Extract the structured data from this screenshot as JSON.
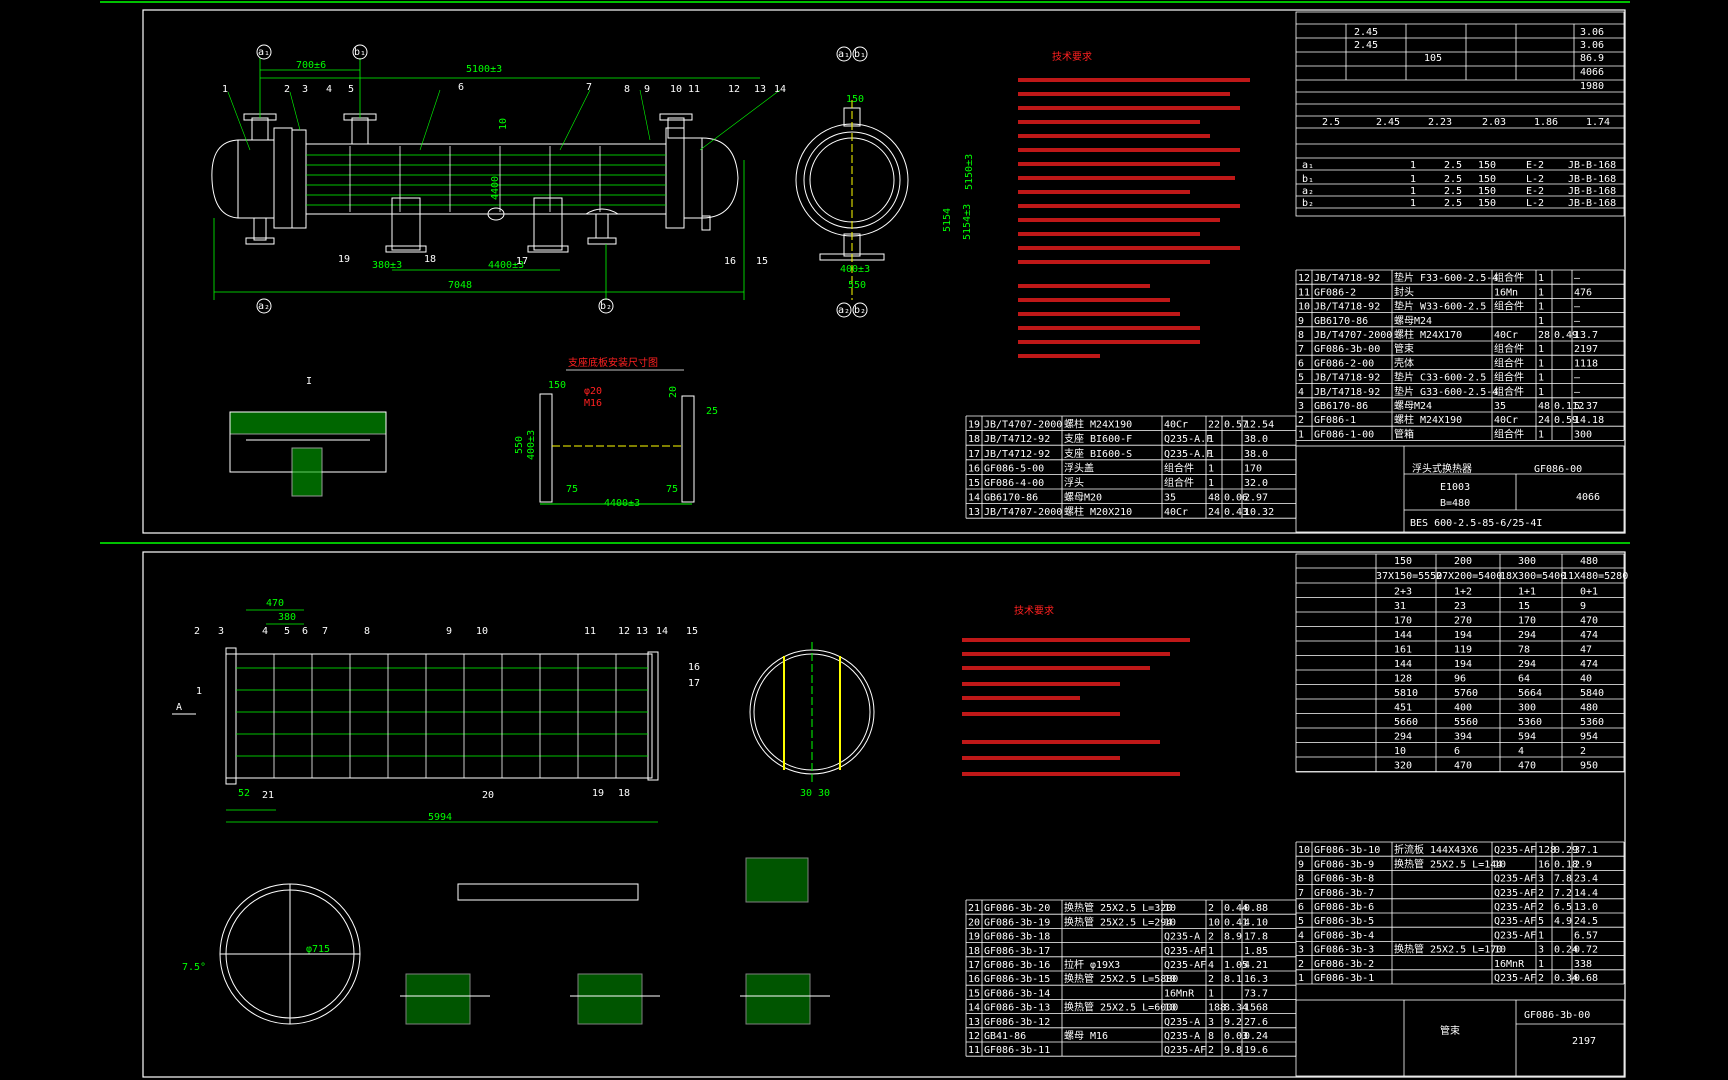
{
  "colors": {
    "background": "#000000",
    "frame": "#ffffff",
    "line": "#00ff00",
    "text": "#ffffff",
    "note": "#ff2020",
    "hatch": "#00ff00",
    "center": "#ffff00"
  },
  "top": {
    "dims": {
      "d1": "700±6",
      "d2": "5100±3",
      "d3": "380±3",
      "d4": "4400±3",
      "d5": "7048",
      "d6": "150",
      "d7": "400±3",
      "d8": "550",
      "d9": "5150±3",
      "d10": "5154",
      "d11": "5154±3"
    },
    "part_callouts": [
      "1",
      "2",
      "3",
      "4",
      "5",
      "6",
      "7",
      "8",
      "9",
      "10",
      "11",
      "12",
      "13",
      "14",
      "15",
      "16",
      "17",
      "18",
      "19"
    ],
    "nozzles": [
      "a₁",
      "b₁",
      "a₂",
      "b₂",
      "a₁",
      "b₁",
      "a₂",
      "b₂"
    ],
    "view_mark": "I",
    "support_dims": {
      "a": "150",
      "b": "φ20",
      "c": "M16",
      "d": "550",
      "e": "400±3",
      "f": "75",
      "g": "4400±3",
      "h": "75",
      "i": "20",
      "j": "25"
    },
    "center_note": "10",
    "bottom_note": "4400",
    "parts_right": [
      {
        "no": "12",
        "code": "JB/T4718-92",
        "name": "垫片 F33-600-2.5-4",
        "mat": "组合件",
        "q": "1",
        "w1": "",
        "w2": "—"
      },
      {
        "no": "11",
        "code": "GF086-2",
        "name": "封头",
        "mat": "16Mn",
        "q": "1",
        "w1": "",
        "w2": "476"
      },
      {
        "no": "10",
        "code": "JB/T4718-92",
        "name": "垫片 W33-600-2.5",
        "mat": "组合件",
        "q": "1",
        "w1": "",
        "w2": "—"
      },
      {
        "no": "9",
        "code": "GB6170-86",
        "name": "螺母M24",
        "mat": "",
        "q": "1",
        "w1": "",
        "w2": "—"
      },
      {
        "no": "8",
        "code": "JB/T4707-2000",
        "name": "螺柱 M24X170",
        "mat": "40Cr",
        "q": "28",
        "w1": "0.49",
        "w2": "13.7"
      },
      {
        "no": "7",
        "code": "GF086-3b-00",
        "name": "管束",
        "mat": "组合件",
        "q": "1",
        "w1": "",
        "w2": "2197"
      },
      {
        "no": "6",
        "code": "GF086-2-00",
        "name": "壳体",
        "mat": "组合件",
        "q": "1",
        "w1": "",
        "w2": "1118"
      },
      {
        "no": "5",
        "code": "JB/T4718-92",
        "name": "垫片 C33-600-2.5",
        "mat": "组合件",
        "q": "1",
        "w1": "",
        "w2": "—"
      },
      {
        "no": "4",
        "code": "JB/T4718-92",
        "name": "垫片 G33-600-2.5-4",
        "mat": "组合件",
        "q": "1",
        "w1": "",
        "w2": "—"
      },
      {
        "no": "3",
        "code": "GB6170-86",
        "name": "螺母M24",
        "mat": "35",
        "q": "48",
        "w1": "0.112",
        "w2": "5.37"
      },
      {
        "no": "2",
        "code": "GF086-1",
        "name": "螺柱 M24X190",
        "mat": "40Cr",
        "q": "24",
        "w1": "0.59",
        "w2": "14.18"
      },
      {
        "no": "1",
        "code": "GF086-1-00",
        "name": "管箱",
        "mat": "组合件",
        "q": "1",
        "w1": "",
        "w2": "300"
      }
    ],
    "parts_left": [
      {
        "no": "19",
        "code": "JB/T4707-2000",
        "name": "螺柱 M24X190",
        "mat": "40Cr",
        "q": "22",
        "w1": "0.57",
        "w2": "12.54"
      },
      {
        "no": "18",
        "code": "JB/T4712-92",
        "name": "支座 BI600-F",
        "mat": "Q235-A.F",
        "q": "1",
        "w1": "",
        "w2": "38.0"
      },
      {
        "no": "17",
        "code": "JB/T4712-92",
        "name": "支座 BI600-S",
        "mat": "Q235-A.F",
        "q": "1",
        "w1": "",
        "w2": "38.0"
      },
      {
        "no": "16",
        "code": "GF086-5-00",
        "name": "浮头盖",
        "mat": "组合件",
        "q": "1",
        "w1": "",
        "w2": "170"
      },
      {
        "no": "15",
        "code": "GF086-4-00",
        "name": "浮头",
        "mat": "组合件",
        "q": "1",
        "w1": "",
        "w2": "32.0"
      },
      {
        "no": "14",
        "code": "GB6170-86",
        "name": "螺母M20",
        "mat": "35",
        "q": "48",
        "w1": "0.06",
        "w2": "2.97"
      },
      {
        "no": "13",
        "code": "JB/T4707-2000",
        "name": "螺柱 M20X210",
        "mat": "40Cr",
        "q": "24",
        "w1": "0.43",
        "w2": "10.32"
      }
    ],
    "title_block": {
      "title": "浮头式换热器",
      "dwg": "GF086-00",
      "code": "E1003",
      "b": "B=480",
      "model": "BES 600-2.5-85-6/25-4I",
      "weight": "4066"
    },
    "spec_rows": [
      [
        "2.45",
        "",
        "3.06"
      ],
      [
        "2.45",
        "",
        "3.06"
      ],
      [
        "",
        "105",
        "86.9"
      ],
      [
        "",
        "",
        "4066"
      ],
      [
        "",
        "",
        "1980"
      ]
    ],
    "pressure_row": [
      "2.5",
      "2.45",
      "2.23",
      "2.03",
      "1.86",
      "1.74"
    ],
    "nozzle_rows": [
      [
        "a₁",
        "",
        "1",
        "2.5",
        "150",
        "E-2",
        "JB-B-168"
      ],
      [
        "b₁",
        "",
        "1",
        "2.5",
        "150",
        "L-2",
        "JB-B-168"
      ],
      [
        "a₂",
        "",
        "1",
        "2.5",
        "150",
        "E-2",
        "JB-B-168"
      ],
      [
        "b₂",
        "",
        "1",
        "2.5",
        "150",
        "L-2",
        "JB-B-168"
      ]
    ],
    "notes_title": "技术要求",
    "support_title": "支座底板安装尺寸图"
  },
  "bottom": {
    "dims": {
      "a": "470",
      "b": "380",
      "c": "5994",
      "d": "52",
      "e": "30",
      "f": "30",
      "g": "φ715",
      "h": "7.5°",
      "i": "A"
    },
    "part_callouts": [
      "1",
      "2",
      "3",
      "4",
      "5",
      "6",
      "7",
      "8",
      "9",
      "10",
      "11",
      "12",
      "13",
      "14",
      "15",
      "16",
      "17",
      "18",
      "19",
      "20",
      "21"
    ],
    "title_block": {
      "title": "管束",
      "dwg": "GF086-3b-00",
      "weight": "2197"
    },
    "notes_title": "技术要求",
    "baffle_table": {
      "headers": [
        "150",
        "200",
        "300",
        "480"
      ],
      "row1": [
        "37X150=5550",
        "27X200=5400",
        "18X300=5400",
        "11X480=5280"
      ],
      "rows": [
        [
          "2+3",
          "1+2",
          "1+1",
          "0+1"
        ],
        [
          "31",
          "23",
          "15",
          "9"
        ],
        [
          "170",
          "270",
          "170",
          "470"
        ],
        [
          "144",
          "194",
          "294",
          "474"
        ],
        [
          "161",
          "119",
          "78",
          "47"
        ],
        [
          "144",
          "194",
          "294",
          "474"
        ],
        [
          "128",
          "96",
          "64",
          "40"
        ],
        [
          "5810",
          "5760",
          "5664",
          "5840"
        ],
        [
          "451",
          "400",
          "300",
          "480"
        ],
        [
          "5660",
          "5560",
          "5360",
          "5360"
        ],
        [
          "294",
          "394",
          "594",
          "954"
        ],
        [
          "10",
          "6",
          "4",
          "2"
        ],
        [
          "320",
          "470",
          "470",
          "950"
        ]
      ]
    },
    "parts_right": [
      {
        "no": "10",
        "code": "GF086-3b-10",
        "name": "折流板 144X43X6",
        "mat": "Q235-AF",
        "q": "128",
        "w1": "0.29",
        "w2": "37.1"
      },
      {
        "no": "9",
        "code": "GF086-3b-9",
        "name": "换热管 25X2.5 L=144",
        "mat": "10",
        "q": "16",
        "w1": "0.18",
        "w2": "2.9"
      },
      {
        "no": "8",
        "code": "GF086-3b-8",
        "name": "",
        "mat": "Q235-AF",
        "q": "3",
        "w1": "7.8",
        "w2": "23.4"
      },
      {
        "no": "7",
        "code": "GF086-3b-7",
        "name": "",
        "mat": "Q235-AF",
        "q": "2",
        "w1": "7.2",
        "w2": "14.4"
      },
      {
        "no": "6",
        "code": "GF086-3b-6",
        "name": "",
        "mat": "Q235-AF",
        "q": "2",
        "w1": "6.5",
        "w2": "13.0"
      },
      {
        "no": "5",
        "code": "GF086-3b-5",
        "name": "",
        "mat": "Q235-AF",
        "q": "5",
        "w1": "4.9",
        "w2": "24.5"
      },
      {
        "no": "4",
        "code": "GF086-3b-4",
        "name": "",
        "mat": "Q235-AF",
        "q": "1",
        "w1": "",
        "w2": "6.57"
      },
      {
        "no": "3",
        "code": "GF086-3b-3",
        "name": "换热管 25X2.5 L=170",
        "mat": "10",
        "q": "3",
        "w1": "0.24",
        "w2": "0.72"
      },
      {
        "no": "2",
        "code": "GF086-3b-2",
        "name": "",
        "mat": "16MnR",
        "q": "1",
        "w1": "",
        "w2": "338"
      },
      {
        "no": "1",
        "code": "GF086-3b-1",
        "name": "",
        "mat": "Q235-AF",
        "q": "2",
        "w1": "0.34",
        "w2": "0.68"
      }
    ],
    "parts_left": [
      {
        "no": "21",
        "code": "GF086-3b-20",
        "name": "换热管 25X2.5 L=320",
        "mat": "10",
        "q": "2",
        "w1": "0.44",
        "w2": "0.88"
      },
      {
        "no": "20",
        "code": "GF086-3b-19",
        "name": "换热管 25X2.5 L=294",
        "mat": "10",
        "q": "10",
        "w1": "0.41",
        "w2": "4.10"
      },
      {
        "no": "19",
        "code": "GF086-3b-18",
        "name": "",
        "mat": "Q235-A",
        "q": "2",
        "w1": "8.9",
        "w2": "17.8"
      },
      {
        "no": "18",
        "code": "GF086-3b-17",
        "name": "",
        "mat": "Q235-AF",
        "q": "1",
        "w1": "",
        "w2": "1.85"
      },
      {
        "no": "17",
        "code": "GF086-3b-16",
        "name": "拉杆 φ19X3",
        "mat": "Q235-AF",
        "q": "4",
        "w1": "1.05",
        "w2": "4.21"
      },
      {
        "no": "16",
        "code": "GF086-3b-15",
        "name": "换热管 25X2.5 L=5880",
        "mat": "10",
        "q": "2",
        "w1": "8.1",
        "w2": "16.3"
      },
      {
        "no": "15",
        "code": "GF086-3b-14",
        "name": "",
        "mat": "16MnR",
        "q": "1",
        "w1": "",
        "w2": "73.7"
      },
      {
        "no": "14",
        "code": "GF086-3b-13",
        "name": "换热管 25X2.5 L=6000",
        "mat": "10",
        "q": "188",
        "w1": "8.34",
        "w2": "1568"
      },
      {
        "no": "13",
        "code": "GF086-3b-12",
        "name": "",
        "mat": "Q235-A",
        "q": "3",
        "w1": "9.2",
        "w2": "27.6"
      },
      {
        "no": "12",
        "code": "GB41-86",
        "name": "螺母 M16",
        "mat": "Q235-A",
        "q": "8",
        "w1": "0.03",
        "w2": "0.24"
      },
      {
        "no": "11",
        "code": "GF086-3b-11",
        "name": "",
        "mat": "Q235-AF",
        "q": "2",
        "w1": "9.8",
        "w2": "19.6"
      }
    ]
  }
}
